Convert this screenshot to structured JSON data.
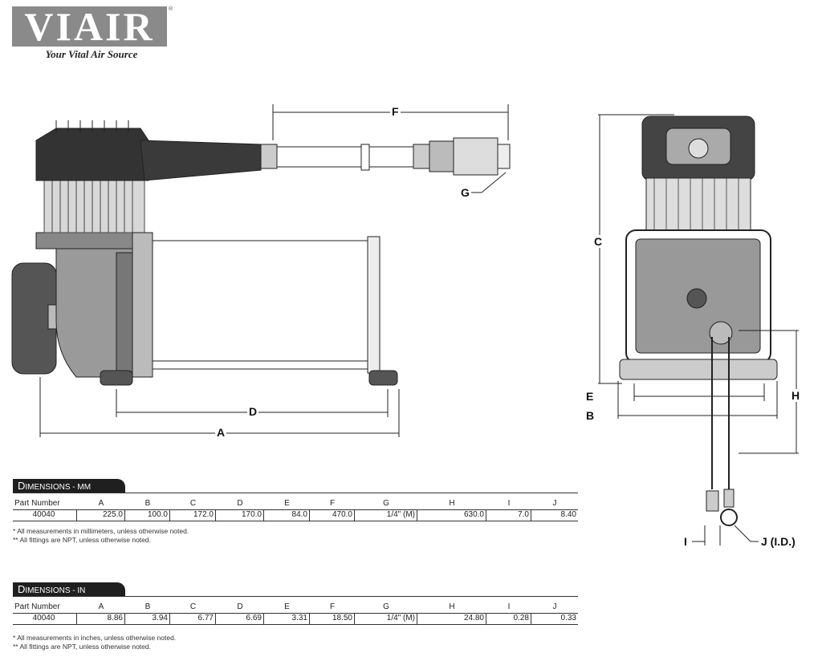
{
  "logo": {
    "brand": "VIAIR",
    "tagline": "Your Vital Air Source"
  },
  "drawing": {
    "side_view_labels": [
      "A",
      "D",
      "F",
      "G"
    ],
    "end_view_labels": [
      "B",
      "C",
      "E",
      "H",
      "I",
      "J (I.D.)"
    ]
  },
  "tables": [
    {
      "title_initial": "D",
      "title_rest": "IMENSIONS - MM",
      "headers": [
        "Part Number",
        "A",
        "B",
        "C",
        "D",
        "E",
        "F",
        "G",
        "H",
        "I",
        "J"
      ],
      "row": [
        "40040",
        "225.0",
        "100.0",
        "172.0",
        "170.0",
        "84.0",
        "470.0",
        "1/4\" (M)",
        "630.0",
        "7.0",
        "8.40"
      ],
      "notes": [
        "* All measurements in millimeters, unless otherwise noted.",
        "** All fittings are NPT, unless otherwise noted."
      ]
    },
    {
      "title_initial": "D",
      "title_rest": "IMENSIONS - IN",
      "headers": [
        "Part Number",
        "A",
        "B",
        "C",
        "D",
        "E",
        "F",
        "G",
        "H",
        "I",
        "J"
      ],
      "row": [
        "40040",
        "8.86",
        "3.94",
        "6.77",
        "6.69",
        "3.31",
        "18.50",
        "1/4\" (M)",
        "24.80",
        "0.28",
        "0.33"
      ],
      "notes": [
        "* All measurements in inches, unless otherwise noted.",
        "** All fittings are NPT, unless otherwise noted."
      ]
    }
  ]
}
